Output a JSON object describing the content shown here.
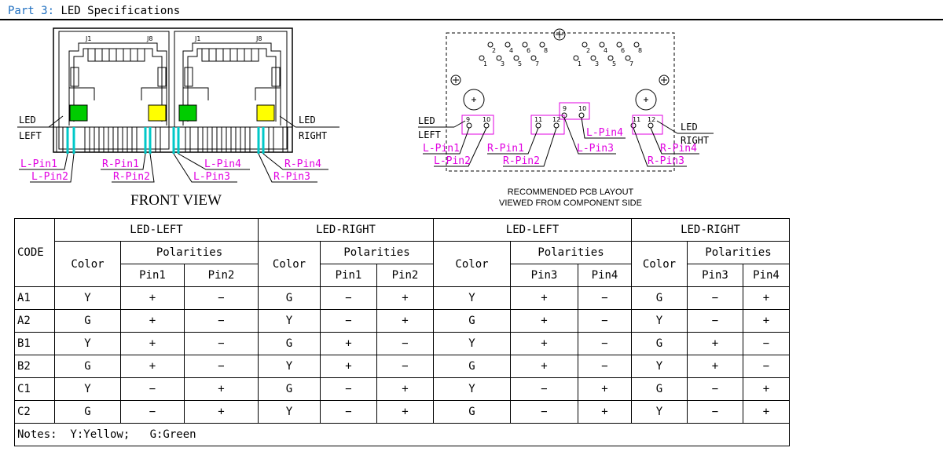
{
  "header": {
    "part": "Part 3:",
    "title": "LED Specifications"
  },
  "front_view": {
    "caption": "FRONT VIEW",
    "led_left": [
      "LED",
      "LEFT"
    ],
    "led_right": [
      "LED",
      "RIGHT"
    ],
    "jack_labels": [
      "J1",
      "J8",
      "J1",
      "J8"
    ],
    "pin_labels": {
      "l_pin1": "L-Pin1",
      "l_pin2": "L-Pin2",
      "r_pin1": "R-Pin1",
      "r_pin2": "R-Pin2",
      "l_pin4": "L-Pin4",
      "l_pin3": "L-Pin3",
      "r_pin4": "R-Pin4",
      "r_pin3": "R-Pin3"
    },
    "colors": {
      "green": "#00cc00",
      "yellow": "#ffff00",
      "cyan": "#00c8c8",
      "magenta": "#e000e0"
    }
  },
  "pcb_layout": {
    "caption_line1": "RECOMMENDED PCB LAYOUT",
    "caption_line2": "VIEWED FROM COMPONENT SIDE",
    "led_left": [
      "LED",
      "LEFT"
    ],
    "led_right": [
      "LED",
      "RIGHT"
    ],
    "top_pins_left": [
      "2",
      "4",
      "6",
      "8"
    ],
    "bottom_pins_left": [
      "1",
      "3",
      "5",
      "7"
    ],
    "top_pins_right": [
      "2",
      "4",
      "6",
      "8"
    ],
    "bottom_pins_right": [
      "1",
      "3",
      "5",
      "7"
    ],
    "led_pad_numbers": {
      "a": [
        "9",
        "10"
      ],
      "b": [
        "11",
        "12"
      ],
      "c": [
        "9",
        "10"
      ],
      "d": [
        "11",
        "12"
      ]
    },
    "pin_labels": {
      "l_pin1": "L-Pin1",
      "l_pin2": "L-Pin2",
      "r_pin1": "R-Pin1",
      "r_pin2": "R-Pin2",
      "l_pin4": "L-Pin4",
      "l_pin3": "L-Pin3",
      "r_pin4": "R-Pin4",
      "r_pin3": "R-Pin3"
    }
  },
  "table": {
    "code_header": "CODE",
    "group_headers": [
      "LED-LEFT",
      "LED-RIGHT",
      "LED-LEFT",
      "LED-RIGHT"
    ],
    "color_header": "Color",
    "polarities_header": "Polarities",
    "pin_headers": [
      "Pin1",
      "Pin2",
      "Pin1",
      "Pin2",
      "Pin3",
      "Pin4",
      "Pin3",
      "Pin4"
    ],
    "rows": [
      {
        "code": "A1",
        "cells": [
          "Y",
          "+",
          "−",
          "G",
          "−",
          "+",
          "Y",
          "+",
          "−",
          "G",
          "−",
          "+"
        ]
      },
      {
        "code": "A2",
        "cells": [
          "G",
          "+",
          "−",
          "Y",
          "−",
          "+",
          "G",
          "+",
          "−",
          "Y",
          "−",
          "+"
        ]
      },
      {
        "code": "B1",
        "cells": [
          "Y",
          "+",
          "−",
          "G",
          "+",
          "−",
          "Y",
          "+",
          "−",
          "G",
          "+",
          "−"
        ]
      },
      {
        "code": "B2",
        "cells": [
          "G",
          "+",
          "−",
          "Y",
          "+",
          "−",
          "G",
          "+",
          "−",
          "Y",
          "+",
          "−"
        ]
      },
      {
        "code": "C1",
        "cells": [
          "Y",
          "−",
          "+",
          "G",
          "−",
          "+",
          "Y",
          "−",
          "+",
          "G",
          "−",
          "+"
        ]
      },
      {
        "code": "C2",
        "cells": [
          "G",
          "−",
          "+",
          "Y",
          "−",
          "+",
          "G",
          "−",
          "+",
          "Y",
          "−",
          "+"
        ]
      }
    ],
    "notes": "Notes:  Y:Yellow;   G:Green"
  }
}
